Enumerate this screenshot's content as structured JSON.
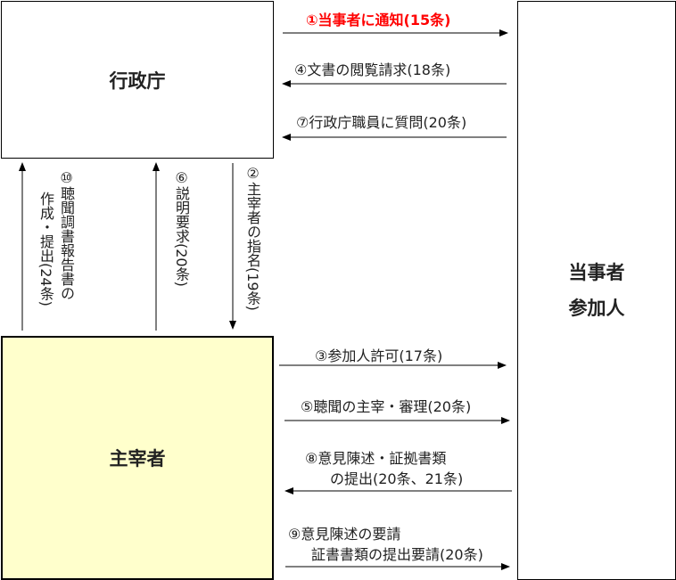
{
  "nodes": {
    "agency": "行政庁",
    "parties_line1": "当事者",
    "parties_line2": "参加人",
    "presider": "主宰者"
  },
  "arrows": {
    "a1": "①当事者に通知(15条)",
    "a4": "④文書の閲覧請求(18条)",
    "a7": "⑦行政庁職員に質問(20条)",
    "a3": "③参加人許可(17条)",
    "a5": "⑤聴聞の主宰・審理(20条)",
    "a8_line1": "⑧意見陳述・証拠書類",
    "a8_line2": "の提出(20条、21条)",
    "a9_line1": "⑨意見陳述の要請",
    "a9_line2": "証書書類の提出要請(20条)",
    "a10_line1": "⑩聴聞調書報告書の",
    "a10_line2": "作成・提出(24条)",
    "a6": "⑥説明要求(20条)",
    "a2": "②主宰者の指名(19条)"
  },
  "colors": {
    "highlight": "#ff0000",
    "presider_fill": "#ffffcc"
  }
}
